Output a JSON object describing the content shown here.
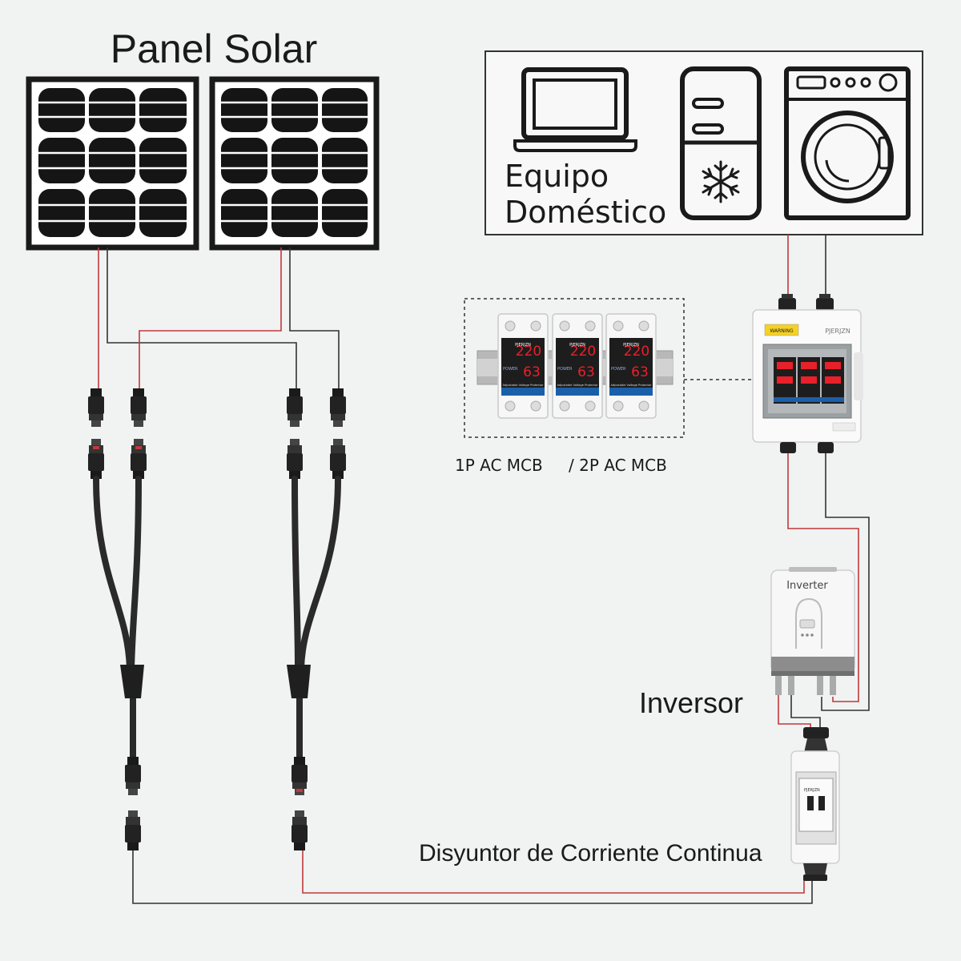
{
  "panel_title": "Panel Solar",
  "household": {
    "line1": "Equipo",
    "line2": "Doméstico"
  },
  "mcb_labels": {
    "one_pole": "1P AC MCB",
    "two_pole": "/ 2P AC MCB"
  },
  "breaker_module": {
    "brand": "PJERJZN",
    "display_top": "220",
    "display_bottom": "63",
    "power_label": "POWER",
    "caption": "Adjustable Voltage Protector"
  },
  "distribution_box": {
    "brand": "PJERJZN",
    "warning": "WARNING"
  },
  "inverter": {
    "device_label": "Inverter",
    "caption": "Inversor"
  },
  "dc_breaker": {
    "brand": "PJERJZN",
    "caption": "Disyuntor de Corriente Continua"
  },
  "colors": {
    "background": "#f1f2f2",
    "wire_positive": "#c0393b",
    "wire_negative": "#333333",
    "panel_cell": "#151515",
    "display_red": "#e8202a"
  }
}
